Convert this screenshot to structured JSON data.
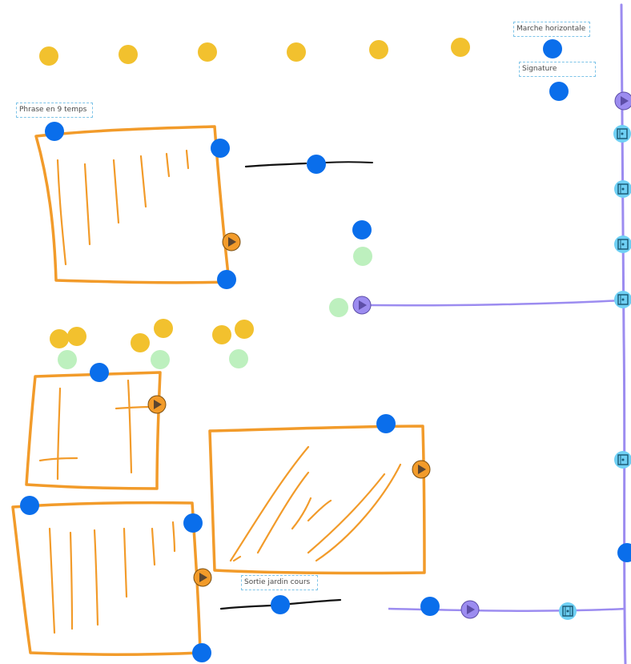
{
  "labels": {
    "marche_horizontale": "Marche horizontale",
    "signature": "Signature",
    "phrase_9_temps": "Phrase en 9 temps",
    "sortie_jardin_cours": "Sortie jardin cours"
  },
  "colors": {
    "yellow": "#F2C12E",
    "blue": "#0A6EEB",
    "green": "#BDF0BE",
    "orange": "#F29B2A",
    "purple": "#9C8CF0",
    "cyan": "#6FD0F4",
    "ink": "#111111"
  },
  "icons": {
    "play_orange": "play-triangle",
    "play_purple": "play-triangle",
    "film": "film-frame"
  }
}
